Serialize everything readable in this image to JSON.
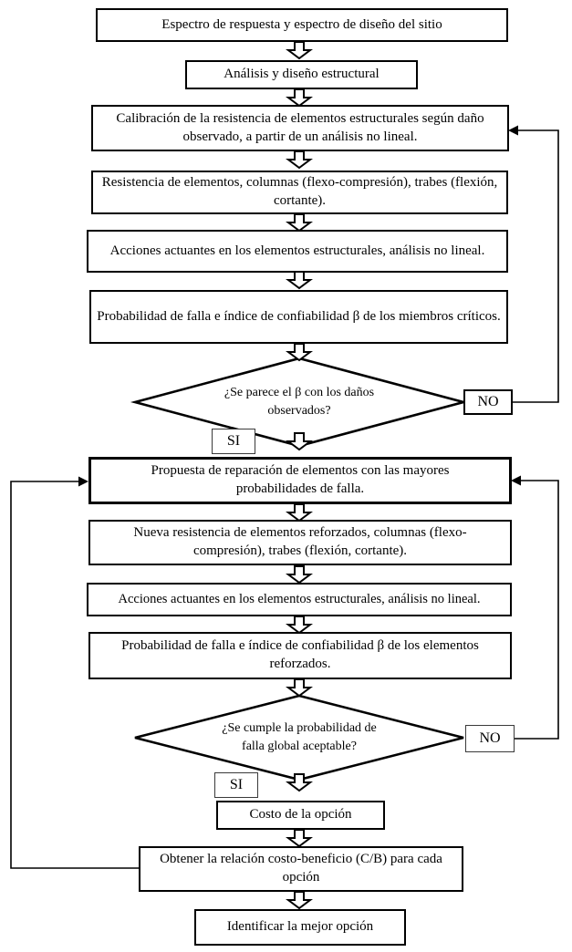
{
  "page": {
    "background_color": "#ffffff",
    "line_color": "#000000"
  },
  "flowchart": {
    "box_espectro": {
      "label": "Espectro de respuesta y espectro de diseño del sitio"
    },
    "box_analisis": {
      "label": "Análisis y diseño estructural"
    },
    "box_calibracion": {
      "label": "Calibración de la resistencia de elementos estructurales según daño observado, a partir de un análisis no lineal."
    },
    "box_resistencia": {
      "label": "Resistencia de elementos, columnas (flexo-compresión), trabes (flexión, cortante)."
    },
    "box_acciones_1": {
      "label": "Acciones actuantes en los elementos estructurales, análisis no lineal."
    },
    "box_probabilidad_miembros": {
      "label": "Probabilidad de falla e índice de confiabilidad β de los miembros críticos."
    },
    "decision_beta": {
      "label": "¿Se parece el β con los daños observados?",
      "no_label": "NO",
      "si_label": "SI"
    },
    "box_propuesta": {
      "label": "Propuesta de reparación de elementos con las mayores probabilidades de falla."
    },
    "box_nueva_resistencia": {
      "label": "Nueva resistencia de elementos reforzados, columnas (flexo-compresión), trabes (flexión, cortante)."
    },
    "box_acciones_2": {
      "label": "Acciones actuantes en los elementos estructurales, análisis no lineal."
    },
    "box_probabilidad_reforzados": {
      "label": "Probabilidad de falla e índice de confiabilidad β de los elementos reforzados."
    },
    "decision_global": {
      "label": "¿Se cumple la probabilidad de falla global aceptable?",
      "no_label": "NO",
      "si_label": "SI"
    },
    "box_costo": {
      "label": "Costo de la opción"
    },
    "box_obtener": {
      "label": "Obtener la relación costo-beneficio (C/B) para cada opción"
    },
    "box_identificar": {
      "label": "Identificar la mejor opción"
    }
  }
}
